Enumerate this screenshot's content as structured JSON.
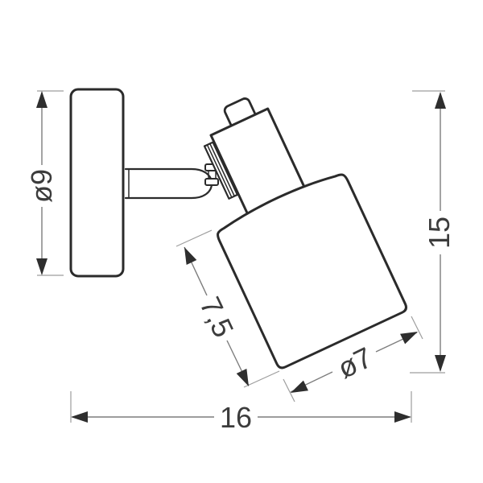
{
  "background": "#ffffff",
  "drawing": {
    "kind": "technical-dimension-drawing",
    "subject": "wall-mounted spot light, side view",
    "dimension_labels": {
      "mount_plate_diameter": "ø9",
      "overall_height": "15",
      "overall_depth": "16",
      "shade_length": "7,5",
      "shade_diameter": "ø7"
    },
    "colors": {
      "outline": "#2b2b2b",
      "dimension_line": "#7d7d7d",
      "extension_line": "#9d9d9d",
      "arrowhead": "#2e2e2e",
      "label_text": "#3c3c3c",
      "background": "#ffffff"
    }
  }
}
